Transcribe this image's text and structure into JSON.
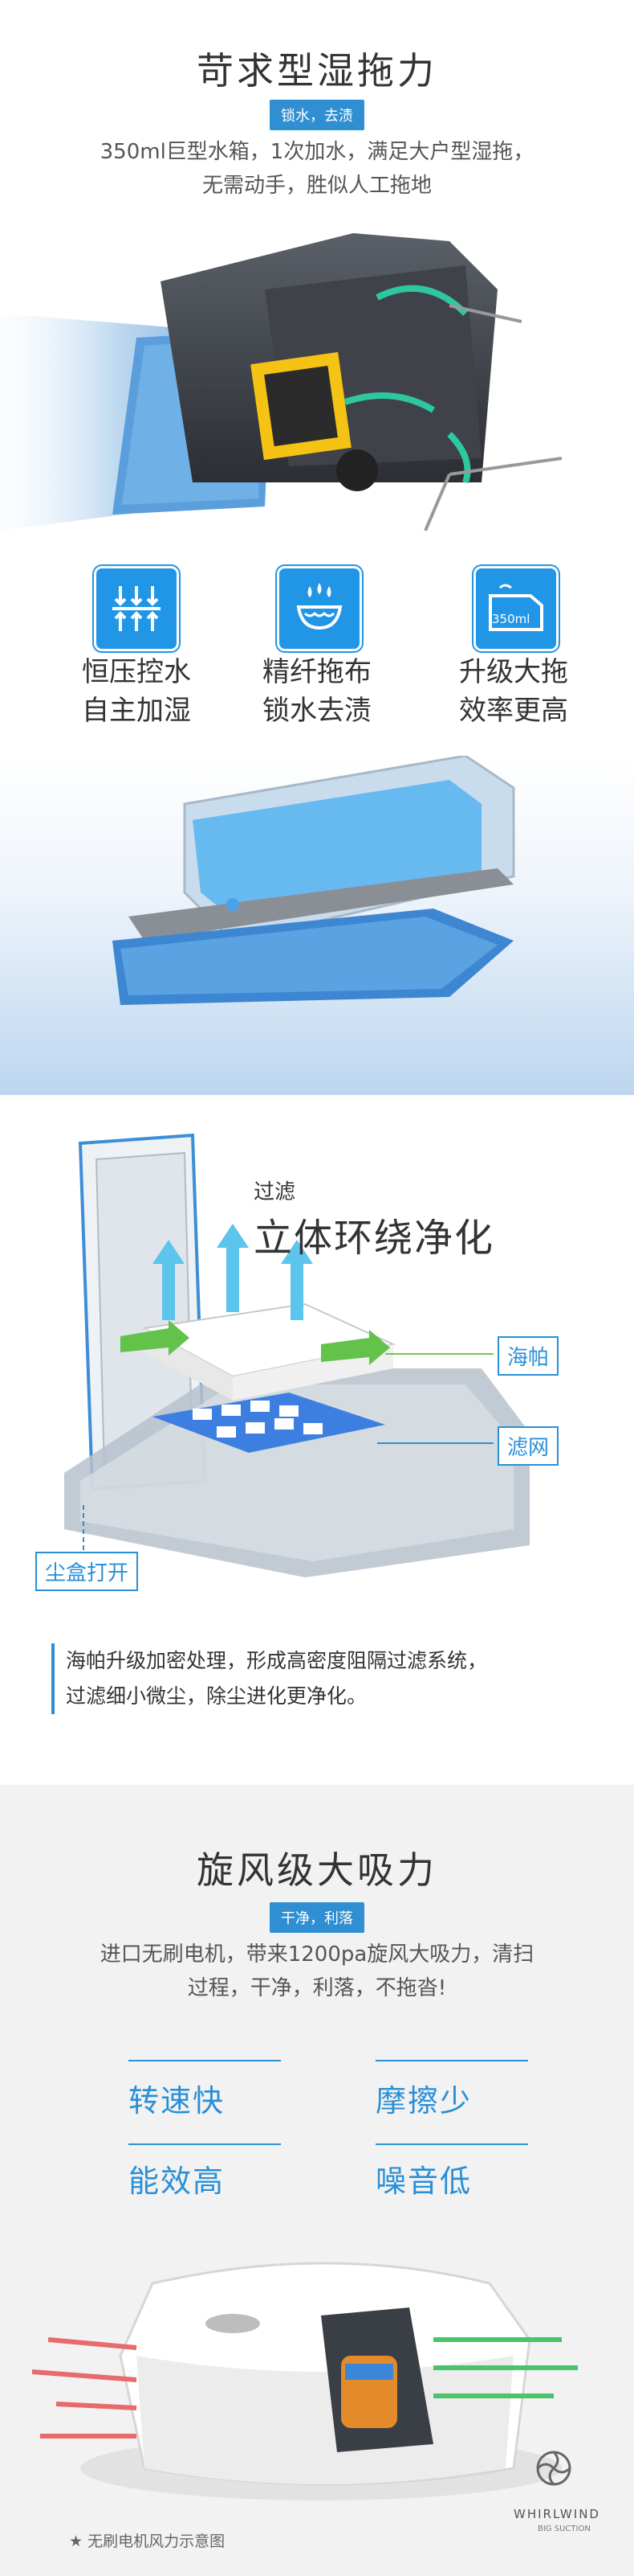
{
  "mop": {
    "title": "苛求型湿拖力",
    "tag": "锁水，去渍",
    "desc_line1": "350ml巨型水箱，1次加水，满足大户型湿拖，",
    "desc_line2": "无需动手，胜似人工拖地",
    "features": [
      {
        "icon": "pressure-arrows-icon",
        "line1": "恒压控水",
        "line2": "自主加湿"
      },
      {
        "icon": "water-drops-bowl-icon",
        "line1": "精纤拖布",
        "line2": "锁水去渍"
      },
      {
        "icon": "water-tank-350ml-icon",
        "icon_text": "350ml",
        "line1": "升级大拖",
        "line2": "效率更高"
      }
    ]
  },
  "filter": {
    "subtitle": "过滤",
    "title": "立体环绕净化",
    "labels": {
      "hepa": "海帕",
      "mesh": "滤网",
      "dustbox": "尘盒打开"
    },
    "desc_line1": "海帕升级加密处理，形成高密度阻隔过滤系统，",
    "desc_line2": "过滤细小微尘，除尘进化更净化。"
  },
  "suction": {
    "title": "旋风级大吸力",
    "tag": "干净，利落",
    "desc_line1": "进口无刷电机，带来1200pa旋风大吸力，清扫",
    "desc_line2": "过程，干净，利落，不拖沓!",
    "keywords": [
      "转速快",
      "摩擦少",
      "能效高",
      "噪音低"
    ],
    "brand": "WHIRLWIND",
    "brand_sub": "BIG SUCTION",
    "footnote": "★ 无刷电机风力示意图"
  },
  "colors": {
    "accent": "#2a8fd6",
    "icon_bg": "#2196e6"
  }
}
